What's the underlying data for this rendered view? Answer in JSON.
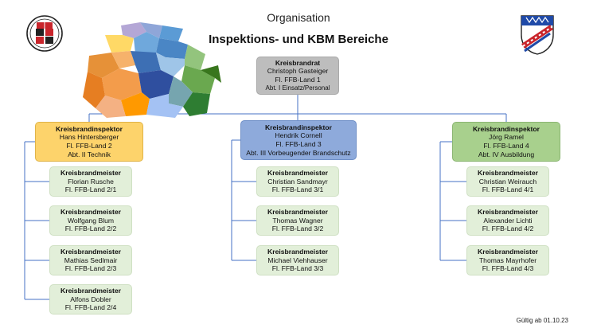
{
  "header": {
    "title": "Organisation",
    "subtitle": "Inspektions- und KBM Bereiche"
  },
  "root": {
    "rank": "Kreisbrandrat",
    "name": "Christoph Gasteiger",
    "unit": "Fl. FFB-Land 1",
    "dept": "Abt. I Einsatz/Personal"
  },
  "inspectors": [
    {
      "rank": "Kreisbrandinspektor",
      "name": "Hans Hintersberger",
      "unit": "Fl. FFB-Land 2",
      "dept": "Abt. II Technik",
      "color": "#fdd36b",
      "masters": [
        {
          "rank": "Kreisbrandmeister",
          "name": "Florian Rusche",
          "unit": "Fl. FFB-Land 2/1"
        },
        {
          "rank": "Kreisbrandmeister",
          "name": "Wolfgang Blum",
          "unit": "Fl. FFB-Land 2/2"
        },
        {
          "rank": "Kreisbrandmeister",
          "name": "Mathias Sedlmair",
          "unit": "Fl. FFB-Land 2/3"
        },
        {
          "rank": "Kreisbrandmeister",
          "name": "Alfons Dobler",
          "unit": "Fl. FFB-Land 2/4"
        }
      ]
    },
    {
      "rank": "Kreisbrandinspektor",
      "name": "Hendrik Cornell",
      "unit": "Fl. FFB-Land 3",
      "dept": "Abt. III Vorbeugender Brandschutz",
      "color": "#8eaadb",
      "masters": [
        {
          "rank": "Kreisbrandmeister",
          "name": "Christian Sandmayr",
          "unit": "Fl. FFB-Land 3/1"
        },
        {
          "rank": "Kreisbrandmeister",
          "name": "Thomas Wagner",
          "unit": "Fl. FFB-Land 3/2"
        },
        {
          "rank": "Kreisbrandmeister",
          "name": "Michael Viehhauser",
          "unit": "Fl. FFB-Land 3/3"
        }
      ]
    },
    {
      "rank": "Kreisbrandinspektor",
      "name": "Jörg Ramel",
      "unit": "Fl. FFB-Land 4",
      "dept": "Abt. IV Ausbildung",
      "color": "#a8d08d",
      "masters": [
        {
          "rank": "Kreisbrandmeister",
          "name": "Christian Weirauch",
          "unit": "Fl. FFB-Land 4/1"
        },
        {
          "rank": "Kreisbrandmeister",
          "name": "Alexander Lichti",
          "unit": "Fl. FFB-Land 4/2"
        },
        {
          "rank": "Kreisbrandmeister",
          "name": "Thomas Mayrhofer",
          "unit": "Fl. FFB-Land 4/3"
        }
      ]
    }
  ],
  "footer": {
    "valid_from": "Gültig ab 01.10.23"
  },
  "colors": {
    "connector": "#4472c4",
    "root": "#bdbdbd",
    "master": "#e2efd9"
  },
  "icons": {
    "left_logo": "fire-brigade-emblem-icon",
    "right_logo": "district-coat-of-arms-icon",
    "map": "district-map-icon"
  }
}
